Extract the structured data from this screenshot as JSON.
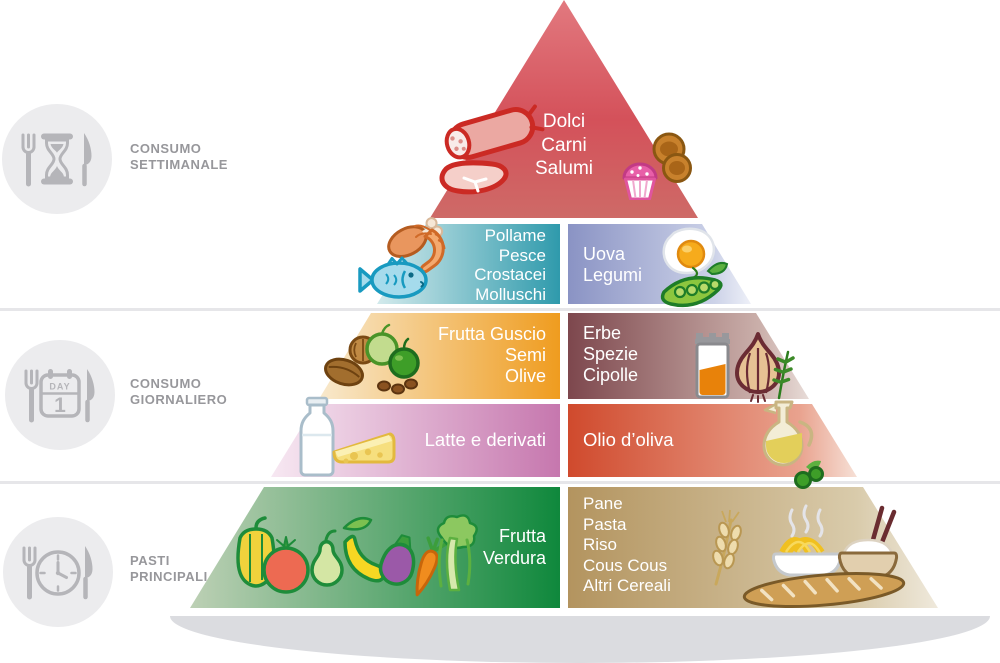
{
  "pyramid": {
    "top": {
      "lines": [
        "Dolci",
        "Carni",
        "Salumi"
      ]
    },
    "levels": [
      {
        "left": {
          "lines": [
            "Pollame",
            "Pesce",
            "Crostacei",
            "Molluschi"
          ]
        },
        "right": {
          "lines": [
            "Uova",
            "Legumi"
          ]
        }
      },
      {
        "left": {
          "lines": [
            "Frutta Guscio",
            "Semi",
            "Olive"
          ]
        },
        "right": {
          "lines": [
            "Erbe",
            "Spezie",
            "Cipolle"
          ]
        }
      },
      {
        "left": {
          "lines": [
            "Latte e derivati"
          ]
        },
        "right": {
          "lines": [
            "Olio d’oliva"
          ]
        }
      },
      {
        "left": {
          "lines": [
            "Frutta",
            "Verdura"
          ]
        },
        "right": {
          "lines": [
            "Pane",
            "Pasta",
            "Riso",
            "Cous Cous",
            "Altri Cereali"
          ]
        }
      }
    ]
  },
  "sections": [
    {
      "label_lines": [
        "CONSUMO",
        "SETTIMANALE"
      ],
      "icon": "cutlery-hourglass-icon"
    },
    {
      "label_lines": [
        "CONSUMO",
        "GIORNALIERO"
      ],
      "icon": "cutlery-calendar-icon",
      "calendar": {
        "day_label": "DAY",
        "day_number": "1"
      }
    },
    {
      "label_lines": [
        "PASTI",
        "PRINCIPALI"
      ],
      "icon": "cutlery-clock-icon"
    }
  ],
  "icons": [
    "salami-meat",
    "sweets",
    "fish-seafood",
    "egg-peas",
    "nuts-olives",
    "spices-onion",
    "milk-cheese",
    "olive-oil",
    "fruits-vegetables",
    "grains-bread"
  ],
  "colors": {
    "level_sweets_meat": "#d4515a",
    "level_fish": "#2f9aac",
    "level_eggs": "#8a93c4",
    "level_nuts": "#ef9c1f",
    "level_spices": "#7d474d",
    "level_dairy": "#c677ae",
    "level_oil": "#d04a2d",
    "level_fruit_veg": "#0f883c",
    "level_grains": "#b3945f",
    "section_label_gray": "#97979b",
    "pictogram_gray": "#b5b5b9",
    "divider_gray": "#e6e6e9",
    "shadow_gray": "#dbdce0"
  }
}
